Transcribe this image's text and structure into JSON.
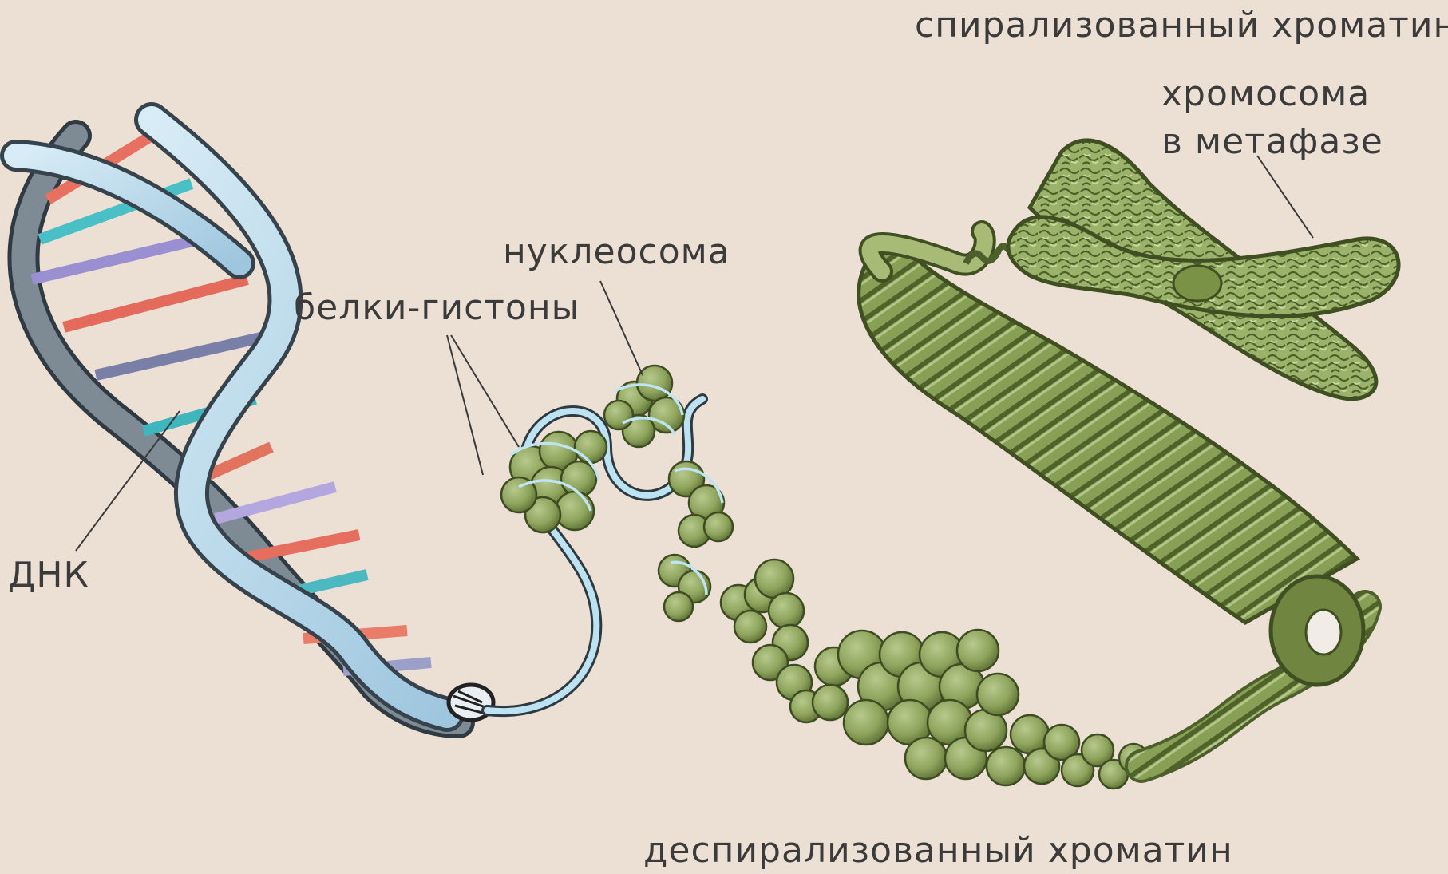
{
  "labels": {
    "spiral_chromatin": "спирализованный хроматин",
    "chromosome_line1": "хромосома",
    "chromosome_line2": "в метафазе",
    "nucleosome": "нуклеосома",
    "histone_proteins": "белки-гистоны",
    "dna": "ДНК",
    "despiral_chromatin": "деспирализованный хроматин"
  },
  "colors": {
    "background": "#ecdfd4",
    "chromatin_green": "#8ea45c",
    "chromatin_dark": "#4d5f2a",
    "dna_strand": "#bfdcec",
    "dna_outline": "#3c4650",
    "leader_line": "#3a3a3a"
  }
}
